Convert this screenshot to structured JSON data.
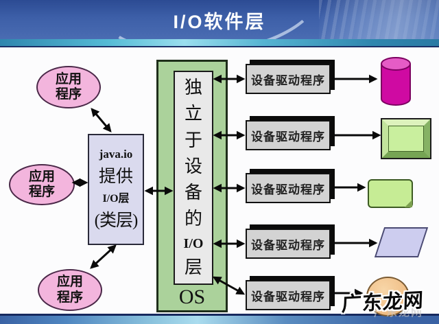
{
  "header": {
    "title": "I/O软件层"
  },
  "diagram": {
    "applications": [
      {
        "line1": "应用",
        "line2": "程序"
      },
      {
        "line1": "应用",
        "line2": "程序"
      },
      {
        "line1": "应用",
        "line2": "程序"
      }
    ],
    "io_library_box": {
      "line1": "java.io",
      "line2": "提供",
      "line3": "I/O层",
      "line4": "(类层)"
    },
    "os_layer": {
      "chars": [
        "独",
        "立",
        "于",
        "设",
        "备",
        "的",
        "I/O",
        "层"
      ],
      "os_label": "OS"
    },
    "drivers": [
      {
        "label": "设备驱动程序",
        "device": "magenta-disk-cylinder"
      },
      {
        "label": "设备驱动程序",
        "device": "green-3d-display"
      },
      {
        "label": "设备驱动程序",
        "device": "green-document-note"
      },
      {
        "label": "设备驱动程序",
        "device": "lavender-parallelogram"
      },
      {
        "label": "设备驱动程序",
        "device": "orange-ball"
      }
    ],
    "colors": {
      "header_blue": "#3a5ba6",
      "strip_teal": "#56bcd6",
      "app_pink": "#f3b5dd",
      "library_lavender": "#dadaee",
      "os_green": "#abd29b",
      "driver_gray": "#d3d3d3",
      "disk_magenta": "#cf0aa2",
      "display_green": "#c9ef9e",
      "document_green": "#c6ec95",
      "parallelogram_purple": "#cdcdef",
      "ball_orange": "#f3c28f",
      "arrow_black": "#0a0a0a"
    }
  },
  "watermark": {
    "text": "广东龙网"
  }
}
